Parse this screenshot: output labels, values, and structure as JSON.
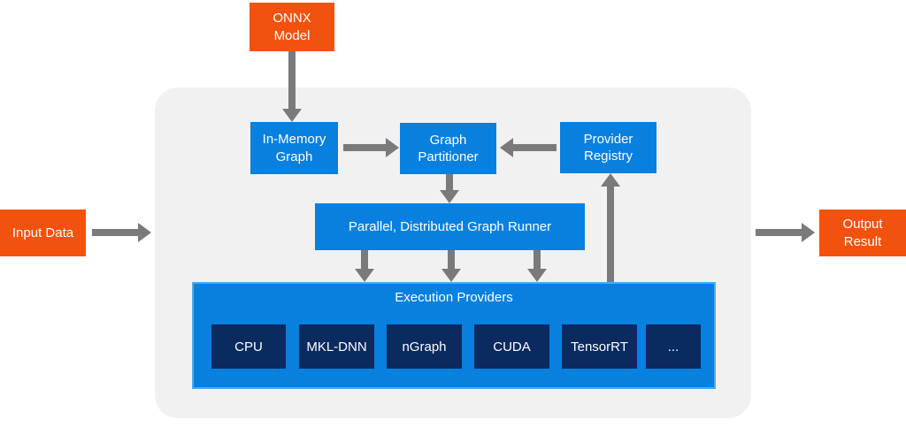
{
  "colors": {
    "orange": "#F3520E",
    "blue": "#0780E0",
    "navy": "#0A2A60",
    "container_gray": "#F1F1F2",
    "arrow_gray": "#7A7A7A",
    "exec_border": "#4FAAEC",
    "text": "#FFFFFF"
  },
  "nodes": {
    "onnx_model": {
      "label": "ONNX Model"
    },
    "in_memory_graph": {
      "label": "In-Memory Graph"
    },
    "graph_partitioner": {
      "label": "Graph Partitioner"
    },
    "provider_registry": {
      "label": "Provider Registry"
    },
    "graph_runner": {
      "label": "Parallel, Distributed Graph Runner"
    },
    "execution_providers": {
      "label": "Execution Providers",
      "items": [
        "CPU",
        "MKL-DNN",
        "nGraph",
        "CUDA",
        "TensorRT",
        "..."
      ]
    },
    "input_data": {
      "label": "Input Data"
    },
    "output_result": {
      "label": "Output Result"
    }
  }
}
